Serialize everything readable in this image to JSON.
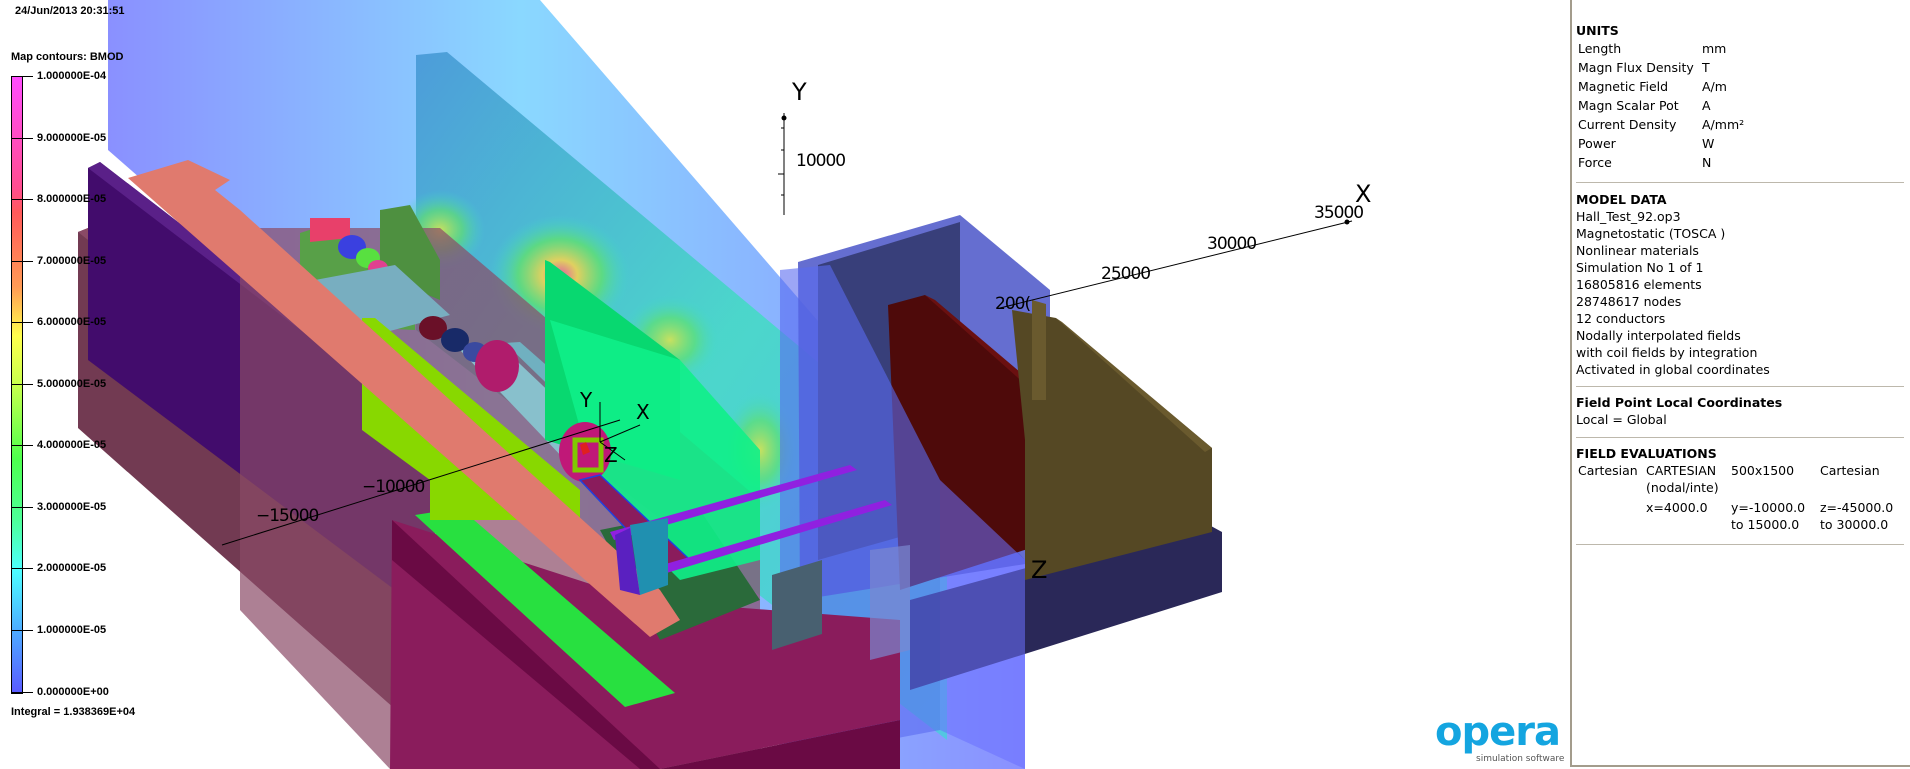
{
  "viewport": {
    "timestamp": "24/Jun/2013 20:31:51",
    "contour_title": "Map contours: BMOD",
    "integral": "Integral = 1.938369E+04",
    "colorbar": {
      "labels": [
        "1.000000E-04",
        "9.000000E-05",
        "8.000000E-05",
        "7.000000E-05",
        "6.000000E-05",
        "5.000000E-05",
        "4.000000E-05",
        "3.000000E-05",
        "2.000000E-05",
        "1.000000E-05",
        "0.000000E+00"
      ],
      "top_color": "#ff4dff",
      "bottom_color": "#5a5aff"
    },
    "axes": {
      "y_axis_label": "Y",
      "y_tick": "10000",
      "x_axis_label": "X",
      "x_ticks": [
        "200(",
        "25000",
        "30000",
        "35000"
      ],
      "z_axis_label": "Z",
      "neg_ticks": [
        "−10000",
        "−15000"
      ],
      "local_triad": {
        "x": "X",
        "y": "Y",
        "z": "Z"
      }
    }
  },
  "panel": {
    "units": {
      "title": "UNITS",
      "rows": [
        {
          "k": "Length",
          "v": "mm"
        },
        {
          "k": "Magn Flux Density",
          "v": "T"
        },
        {
          "k": "Magnetic Field",
          "v": "A/m"
        },
        {
          "k": "Magn Scalar Pot",
          "v": "A"
        },
        {
          "k": "Current Density",
          "v": "A/mm²"
        },
        {
          "k": "Power",
          "v": "W"
        },
        {
          "k": "Force",
          "v": "N"
        }
      ]
    },
    "model_data": {
      "title": "MODEL DATA",
      "lines": [
        "Hall_Test_92.op3",
        "Magnetostatic (TOSCA )",
        "Nonlinear materials",
        "Simulation No 1 of 1",
        "16805816 elements",
        "28748617 nodes",
        "12 conductors",
        "Nodally interpolated fields",
        "with coil fields by integration",
        "Activated in global coordinates"
      ]
    },
    "field_point": {
      "title": "Field Point Local Coordinates",
      "line": "Local = Global"
    },
    "field_evaluations": {
      "title": "FIELD EVALUATIONS",
      "cells": [
        "Cartesian",
        "CARTESIAN",
        "500x1500",
        "Cartesian",
        "",
        "(nodal/inte)",
        "",
        "",
        "",
        "x=4000.0",
        "y=-10000.0",
        "z=-45000.0",
        "",
        "",
        "to 15000.0",
        "to 30000.0"
      ]
    }
  },
  "logo": {
    "word": "opera",
    "subtitle": "simulation software",
    "color": "#14a5e0"
  }
}
